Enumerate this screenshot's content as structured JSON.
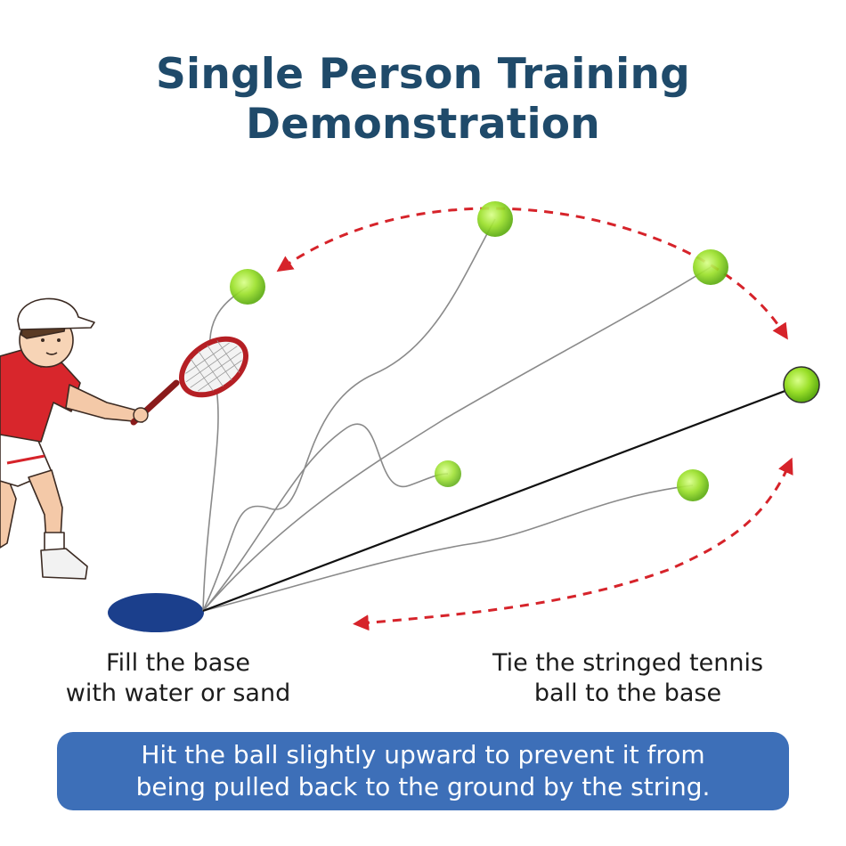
{
  "title": {
    "line1": "Single Person Training",
    "line2": "Demonstration"
  },
  "captions": {
    "left": {
      "line1": "Fill the base",
      "line2": "with water or sand"
    },
    "right": {
      "line1": "Tie the stringed tennis",
      "line2": "ball to the base"
    }
  },
  "tip": {
    "line1": "Hit the ball slightly upward to prevent it from",
    "line2": "being pulled back to the ground by the string."
  },
  "colors": {
    "title": "#1f4a6a",
    "arrow": "#d6232a",
    "ball": "#9be02a",
    "base": "#1b3f8c",
    "tip_box": "#3d6fb8"
  }
}
